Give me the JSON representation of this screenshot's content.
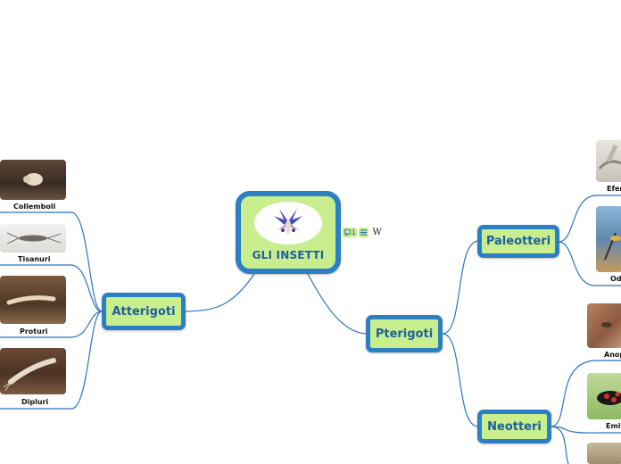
{
  "central": {
    "title": "GLI  INSETTI"
  },
  "topic_icons": {
    "notes_count": "1",
    "wiki_letter": "W"
  },
  "branches": {
    "atterigoti": "Atterigoti",
    "pterigoti": "Pterigoti",
    "paleotteri": "Paleotteri",
    "neotteri": "Neotteri"
  },
  "leaves": {
    "collemboli": "Collemboli",
    "tisanuri": "Tisanuri",
    "proturi": "Proturi",
    "dipluri": "Dipluri",
    "efemerotteri": "Efem",
    "odonati": "Od",
    "anopluri": "Anop",
    "emitteri": "Emit"
  },
  "colors": {
    "node_fill": "#c9ee8d",
    "node_border": "#2b7fc2",
    "node_text": "#1f5f9e",
    "link": "#2b74c7"
  }
}
